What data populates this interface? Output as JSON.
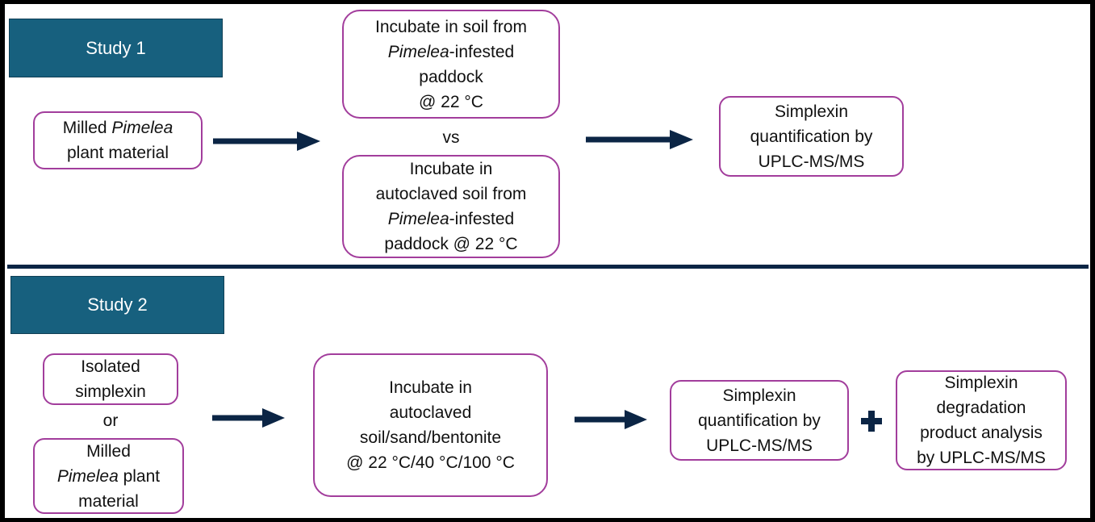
{
  "study1": {
    "label": "Study 1",
    "input": {
      "pre": "Milled ",
      "italic": "Pimelea",
      "post": "plant material"
    },
    "option_a": {
      "line1": "Incubate in soil from",
      "italic": "Pimelea",
      "line2_rest": "-infested",
      "line3": "paddock",
      "line4": "@ 22 °C"
    },
    "vs": "vs",
    "option_b": {
      "line1": "Incubate in",
      "line2": "autoclaved soil from",
      "italic": "Pimelea",
      "line3_rest": "-infested",
      "line4": "paddock @ 22 °C"
    },
    "output": {
      "line1": "Simplexin",
      "line2": "quantification by",
      "line3": "UPLC-MS/MS"
    }
  },
  "study2": {
    "label": "Study 2",
    "input_a": {
      "line1": "Isolated",
      "line2": "simplexin"
    },
    "or": "or",
    "input_b": {
      "line1": "Milled",
      "italic": "Pimelea",
      "line2_rest": " plant",
      "line3": "material"
    },
    "incubate": {
      "line1": "Incubate in",
      "line2": "autoclaved",
      "line3": "soil/sand/bentonite",
      "line4": "@ 22 °C/40 °C/100 °C"
    },
    "quant": {
      "line1": "Simplexin",
      "line2": "quantification by",
      "line3": "UPLC-MS/MS"
    },
    "degradation": {
      "line1": "Simplexin",
      "line2": "degradation",
      "line3": "product analysis",
      "line4": "by UPLC-MS/MS"
    }
  },
  "colors": {
    "navy": "#0b2545",
    "teal": "#17607e",
    "box_border": "#a23d9c"
  }
}
